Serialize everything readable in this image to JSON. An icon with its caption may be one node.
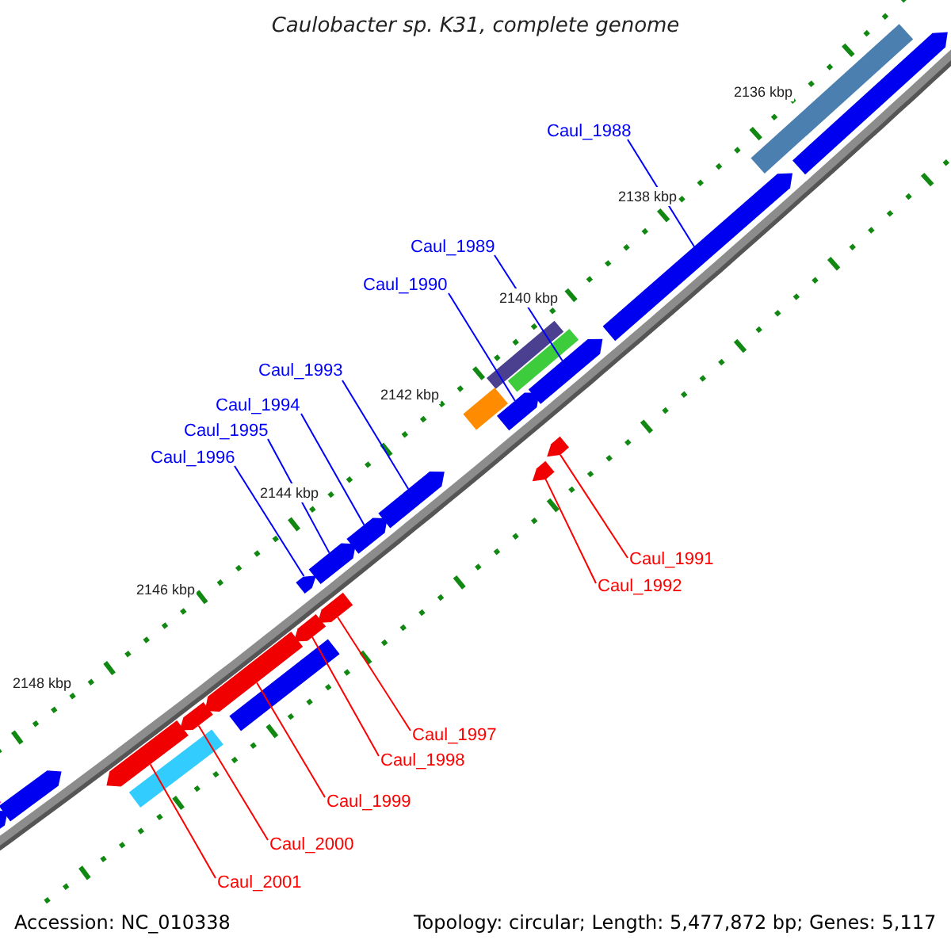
{
  "diagram": {
    "title": "Caulobacter sp. K31, complete genome",
    "nodes": [
      {
        "text": [
          "Caul_1988"
        ]
      },
      {
        "text": [
          "Caul_1989"
        ]
      },
      {
        "text": [
          "Caul_1990"
        ]
      },
      {
        "text": [
          "Caul_1993"
        ]
      },
      {
        "text": [
          "Caul_1994"
        ]
      },
      {
        "text": [
          "Caul_1995"
        ]
      },
      {
        "text": [
          "Caul_1996"
        ]
      },
      {
        "text": [
          "Caul_1991"
        ]
      },
      {
        "text": [
          "Caul_1992"
        ]
      },
      {
        "text": [
          "Caul_1997"
        ]
      },
      {
        "text": [
          "Caul_1998"
        ]
      },
      {
        "text": [
          "Caul_1999"
        ]
      },
      {
        "text": [
          "Caul_2000"
        ]
      },
      {
        "text": [
          "Caul_2001"
        ]
      },
      {
        "text": [],
        "shape": "bar"
      },
      {
        "text": [],
        "shape": "bar"
      },
      {
        "text": [],
        "shape": "bar"
      },
      {
        "text": [],
        "shape": "bar"
      },
      {
        "text": [],
        "shape": "bar"
      },
      {
        "text": [],
        "shape": "bar"
      },
      {
        "text": [],
        "shape": "bar"
      },
      {
        "text": [],
        "shape": "bar"
      },
      {
        "text": [],
        "shape": "bar"
      },
      {
        "text": [],
        "shape": "bar"
      },
      {
        "text": [],
        "shape": "bar"
      },
      {
        "text": [],
        "shape": "bar"
      },
      {
        "text": [],
        "shape": "bar"
      },
      {
        "text": [],
        "shape": "bar"
      },
      {
        "text": [],
        "shape": "bar"
      },
      {
        "text": [],
        "shape": "bar"
      },
      {
        "text": [],
        "shape": "bar"
      },
      {
        "text": [],
        "shape": "bar"
      },
      {
        "text": [],
        "shape": "bar"
      },
      {
        "text": [],
        "shape": "bar"
      },
      {
        "text": [],
        "shape": "bar"
      },
      {
        "text": [],
        "shape": "bar"
      },
      {
        "text": [],
        "shape": "bar"
      },
      {
        "text": [],
        "shape": "bar"
      }
    ],
    "edges": [
      {
        "from": 0,
        "to": 14,
        "arrow": "none",
        "color": "#0000ff"
      },
      {
        "from": 1,
        "to": 15,
        "arrow": "none",
        "color": "#0000ff"
      },
      {
        "from": 2,
        "to": 16,
        "arrow": "none",
        "color": "#0000ff"
      },
      {
        "from": 3,
        "to": 17,
        "arrow": "none",
        "color": "#0000ff"
      },
      {
        "from": 4,
        "to": 18,
        "arrow": "none",
        "color": "#0000ff"
      },
      {
        "from": 5,
        "to": 19,
        "arrow": "none",
        "color": "#0000ff"
      },
      {
        "from": 6,
        "to": 20,
        "arrow": "none",
        "color": "#0000ff"
      },
      {
        "from": 7,
        "to": 21,
        "arrow": "none",
        "color": "#ff0000"
      },
      {
        "from": 8,
        "to": 22,
        "arrow": "none",
        "color": "#ff0000"
      },
      {
        "from": 9,
        "to": 23,
        "arrow": "none",
        "color": "#ff0000"
      },
      {
        "from": 10,
        "to": 24,
        "arrow": "none",
        "color": "#ff0000"
      },
      {
        "from": 11,
        "to": 25,
        "arrow": "none",
        "color": "#ff0000"
      },
      {
        "from": 12,
        "to": 26,
        "arrow": "none",
        "color": "#ff0000"
      },
      {
        "from": 13,
        "to": 27,
        "arrow": "none",
        "color": "#ff0000"
      }
    ],
    "labels": [
      "2136 kbp",
      "2138 kbp",
      "2140 kbp",
      "2142 kbp",
      "2144 kbp",
      "2146 kbp",
      "2148 kbp",
      "Accession: NC_010338",
      "Topology: circular; Length: 5,477,872 bp; Genes: 5,117"
    ]
  }
}
